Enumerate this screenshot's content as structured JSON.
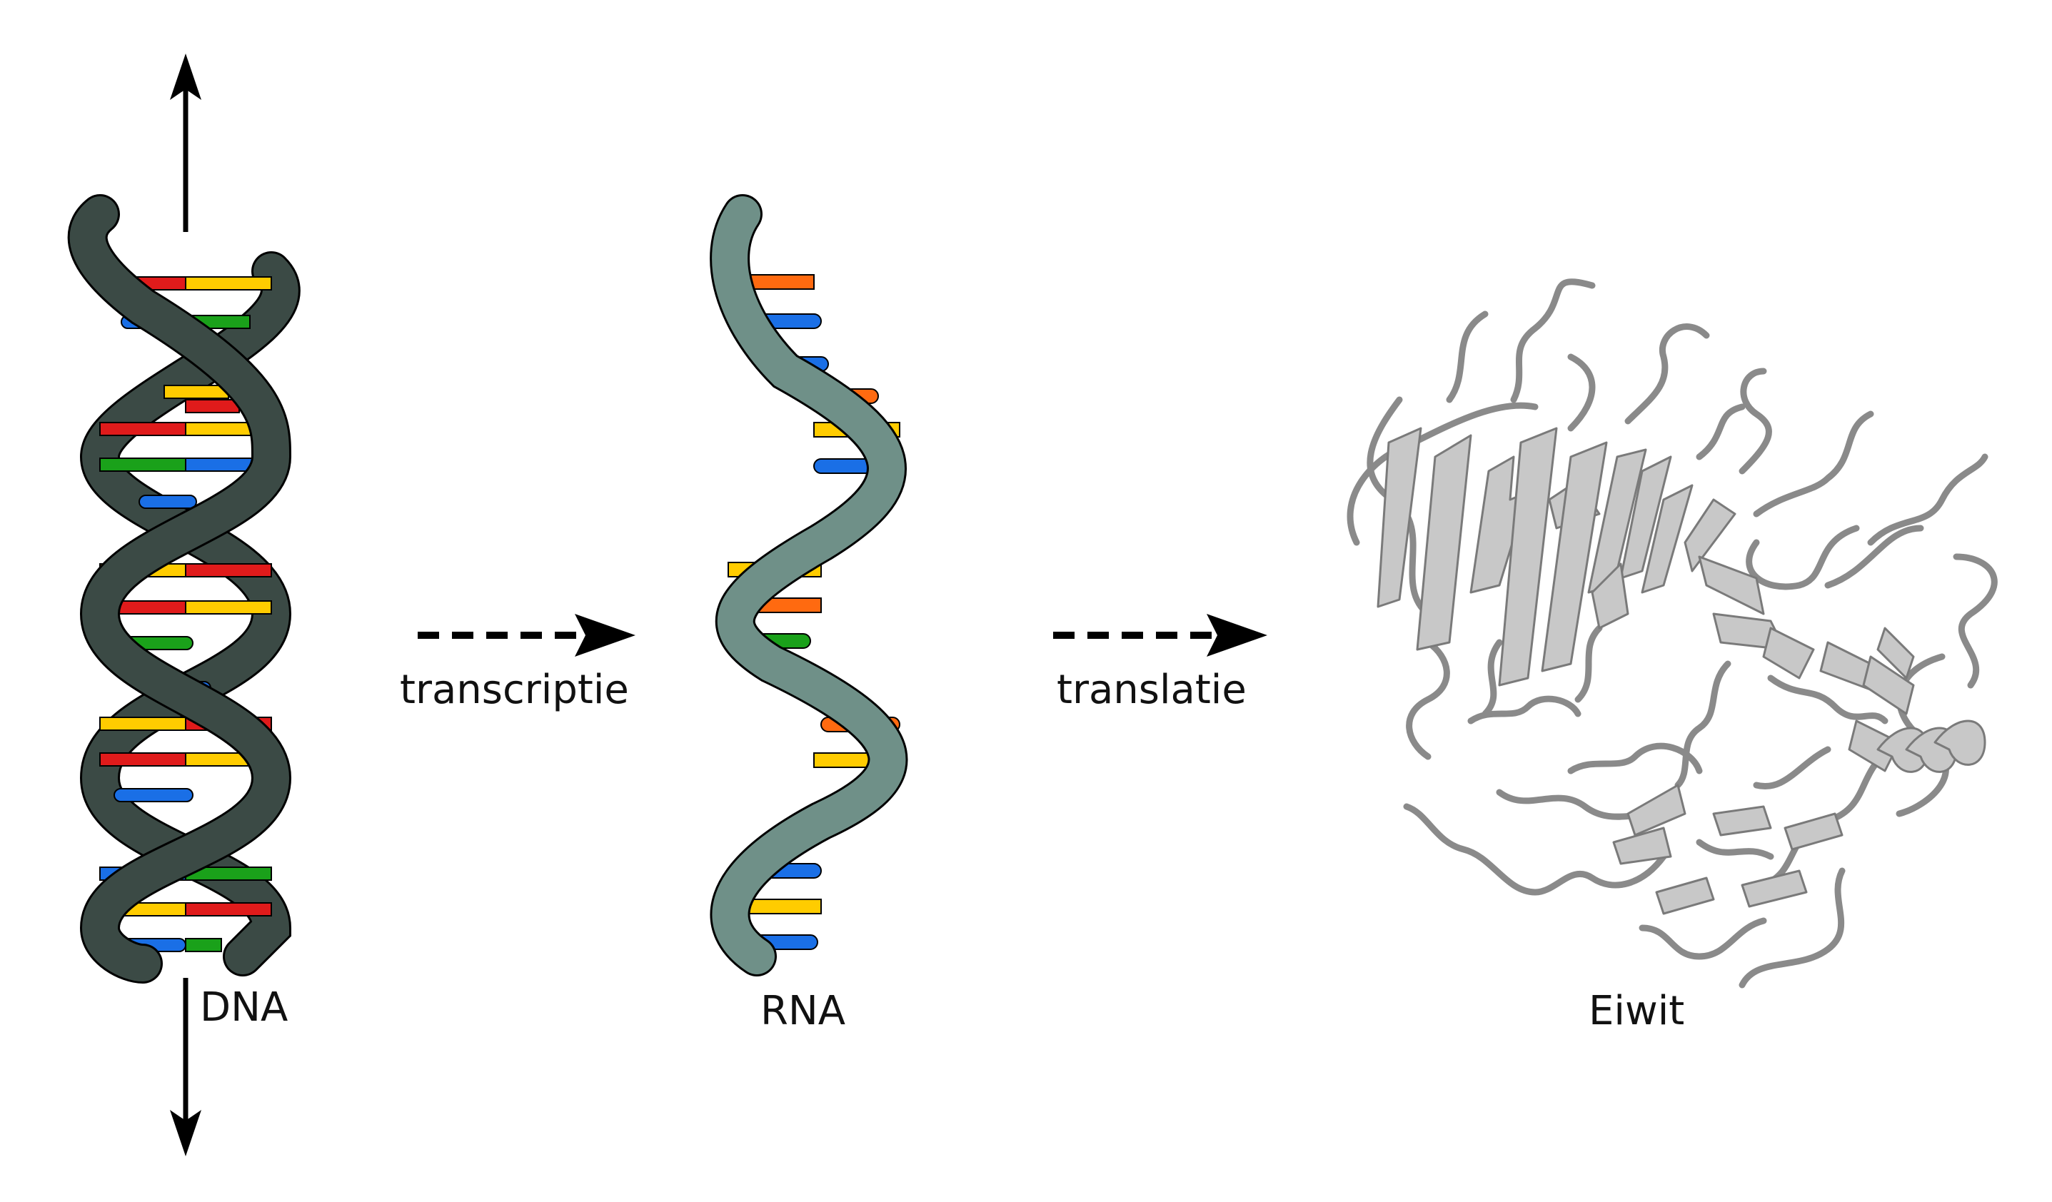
{
  "labels": {
    "dna": "DNA",
    "rna": "RNA",
    "protein": "Eiwit",
    "transcription": "transcriptie",
    "translation": "translatie"
  },
  "colors": {
    "dna_backbone": "#3b4a45",
    "rna_backbone": "#6f9088",
    "base_red": "#e01b1b",
    "base_yellow": "#ffcc00",
    "base_blue": "#1a6fe6",
    "base_green": "#1aa11a",
    "base_orange": "#ff6a10",
    "protein": "#c8c8c8",
    "arrow": "#000000"
  },
  "icons": {
    "dna": "dna-double-helix-icon",
    "rna": "rna-single-helix-icon",
    "protein": "protein-ribbon-icon",
    "arrows": "dashed-arrow-icon"
  }
}
